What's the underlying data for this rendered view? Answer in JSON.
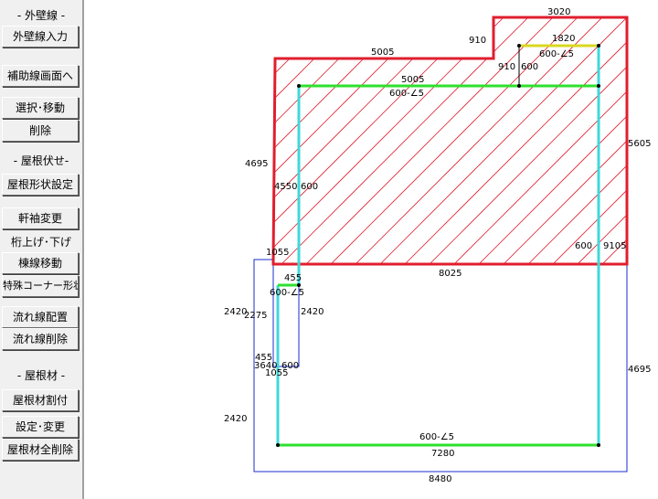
{
  "sidebar": {
    "sections": {
      "outer_wall": "- 外壁線 -",
      "roof_fuse": "- 屋根伏せ-",
      "roof_material": "- 屋根材 -"
    },
    "buttons": {
      "outer_wall_input": "外壁線入力",
      "aux_line_screen": "補助線画面へ",
      "select_move": "選択･移動",
      "delete": "削除",
      "roof_shape_setting": "屋根形状設定",
      "eaves_change": "軒袖変更",
      "ridge_line_move": "棟線移動",
      "special_corner_shape": "特殊コーナー形状",
      "flow_line_place": "流れ線配置",
      "flow_line_delete": "流れ線削除",
      "roof_material_allocate": "屋根材割付",
      "setting_change": "設定･変更",
      "roof_material_delete_all": "屋根材全削除"
    },
    "labels": {
      "eaves_raise_lower": "桁上げ･下げ"
    }
  },
  "drawing": {
    "colors": {
      "roof_outline": "#e01e2e",
      "hatch": "#e01e2e",
      "ridge_line": "#2ee02e",
      "yellow_ridge": "#d8d820",
      "valley_line": "#40d8d8",
      "wall_outline": "#1a2ecc",
      "node": "#000000"
    },
    "dimensions": {
      "d_3020": "3020",
      "d_910_top": "910",
      "d_1820": "1820",
      "d_5005_outer": "5005",
      "d_600_slope_top": "600-∠5",
      "d_910_inner": "910",
      "d_600_inner": "600",
      "d_5005_inner": "5005",
      "d_600_slope_mid": "600-∠5",
      "d_5605": "5605",
      "d_4695_left": "4695",
      "d_4550": "4550",
      "d_600_left": "600",
      "d_1055_top": "1055",
      "d_600_right": "600",
      "d_9105": "9105",
      "d_8025": "8025",
      "d_455_top": "455",
      "d_600_slope_small": "600-∠5",
      "d_2420_outer_top": "2420",
      "d_2275": "2275",
      "d_2420_inner": "2420",
      "d_455_bottom": "455",
      "d_3640": "3640",
      "d_600_bottom": "600",
      "d_1055_bottom": "1055",
      "d_4695_right": "4695",
      "d_2420_outer_bottom": "2420",
      "d_600_slope_bottom": "600-∠5",
      "d_7280": "7280",
      "d_8480": "8480"
    }
  }
}
